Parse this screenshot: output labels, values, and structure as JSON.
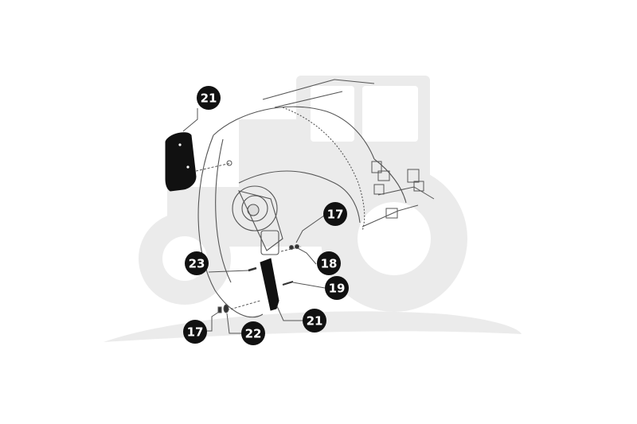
{
  "diagram": {
    "watermark": "tractor-silhouette",
    "line_color": "#555555",
    "callout_fill": "#111111",
    "callout_text_color": "#ffffff",
    "watermark_color": "#ebebeb",
    "callouts": [
      {
        "id": "c21a",
        "label": "21"
      },
      {
        "id": "c17a",
        "label": "17"
      },
      {
        "id": "c18",
        "label": "18"
      },
      {
        "id": "c23",
        "label": "23"
      },
      {
        "id": "c19",
        "label": "19"
      },
      {
        "id": "c21b",
        "label": "21"
      },
      {
        "id": "c17b",
        "label": "17"
      },
      {
        "id": "c22",
        "label": "22"
      }
    ]
  }
}
